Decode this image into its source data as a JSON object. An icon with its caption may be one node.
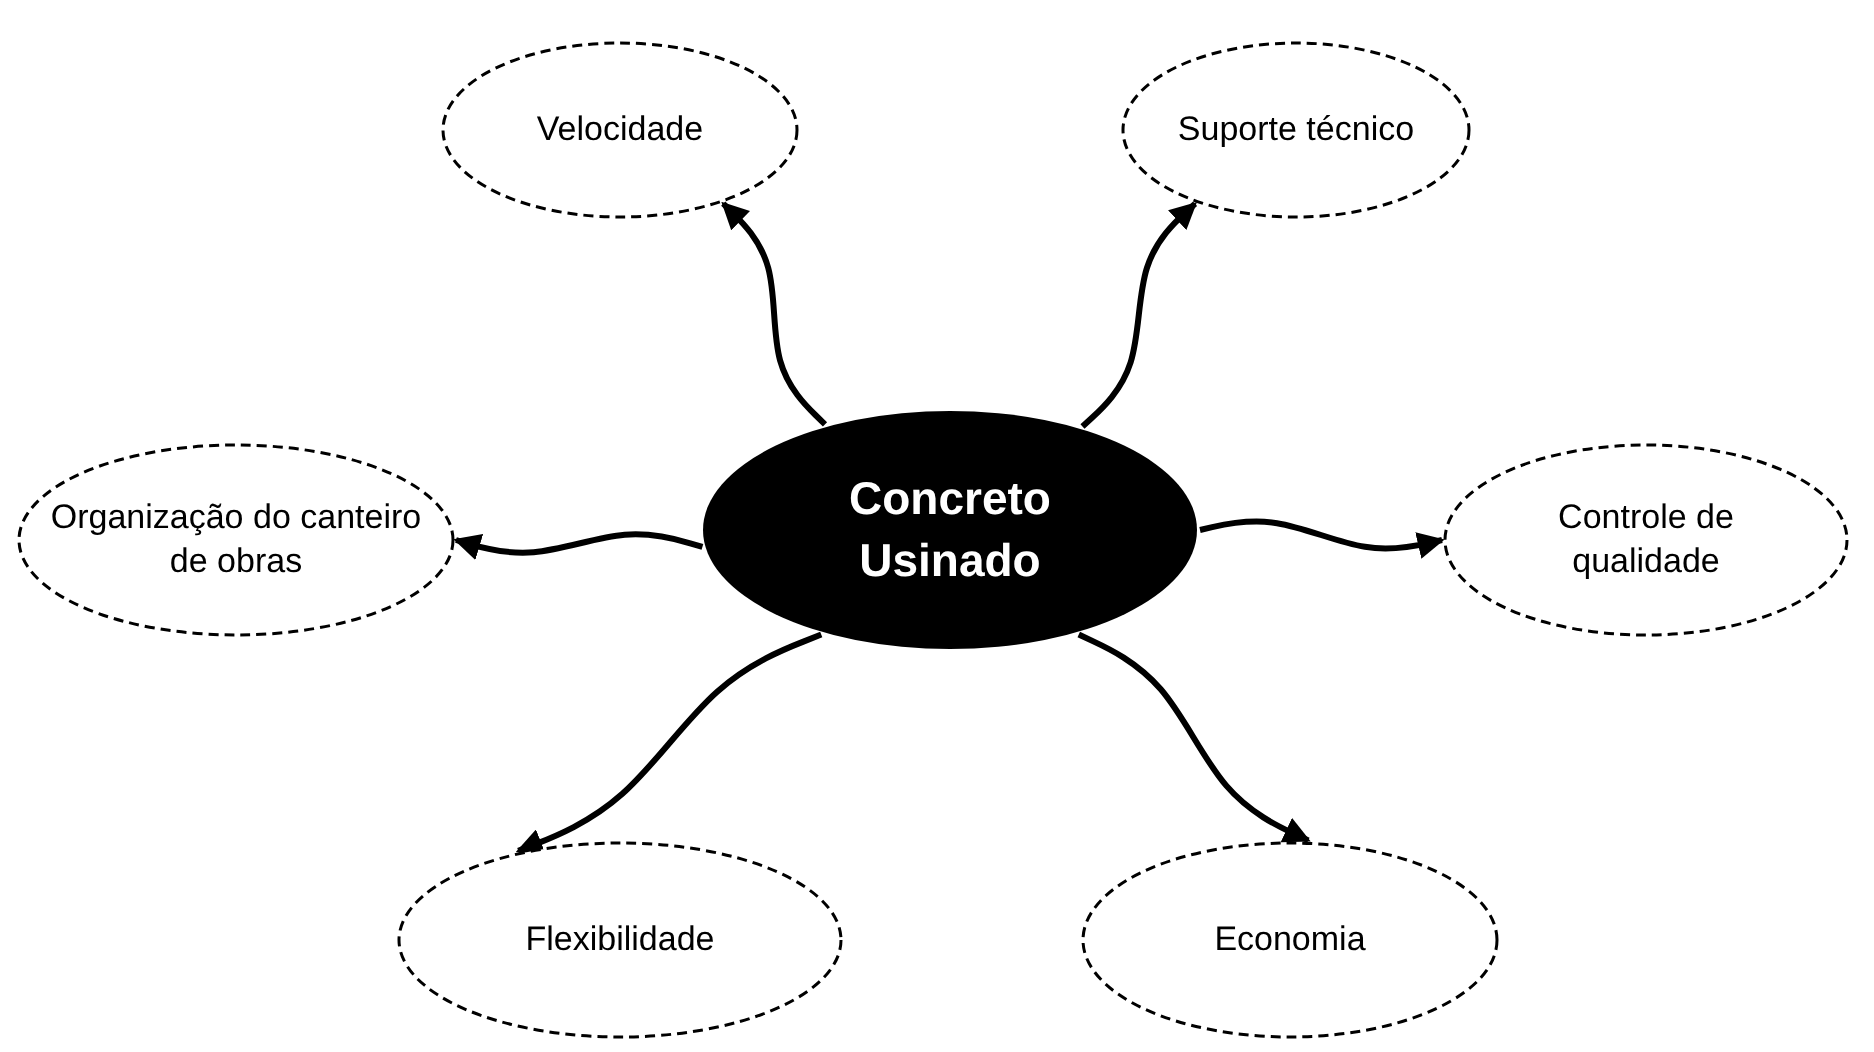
{
  "diagram": {
    "nodes": [
      {
        "text": [
          "Concreto Usinado"
        ]
      },
      {
        "text": [
          "Velocidade"
        ]
      },
      {
        "text": [
          "Suporte técnico"
        ]
      },
      {
        "text": [
          "Organização do canteiro de obras"
        ]
      },
      {
        "text": [
          "Controle de qualidade"
        ]
      },
      {
        "text": [
          "Flexibilidade"
        ]
      },
      {
        "text": [
          "Economia"
        ]
      }
    ],
    "edges": [
      {
        "from": 0,
        "to": 1,
        "arrow": "to"
      },
      {
        "from": 0,
        "to": 2,
        "arrow": "to"
      },
      {
        "from": 0,
        "to": 3,
        "arrow": "to"
      },
      {
        "from": 0,
        "to": 4,
        "arrow": "to"
      },
      {
        "from": 0,
        "to": 5,
        "arrow": "to"
      },
      {
        "from": 0,
        "to": 6,
        "arrow": "to"
      }
    ]
  }
}
